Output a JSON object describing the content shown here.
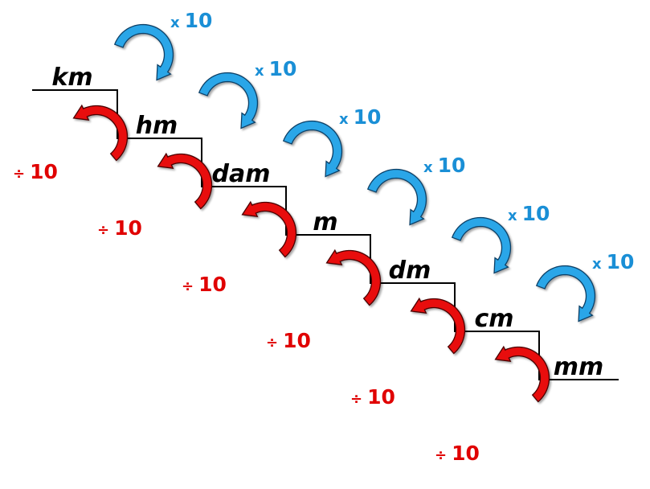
{
  "units": [
    "km",
    "hm",
    "dam",
    "m",
    "dm",
    "cm",
    "mm"
  ],
  "multiply_label": {
    "symbol": "x",
    "number": "10"
  },
  "divide_label": {
    "symbol": "÷",
    "number": "10"
  },
  "colors": {
    "multiply": "#1a8fd6",
    "multiply_fill": "#2aa6e8",
    "divide": "#e00000",
    "divide_fill": "#e81010",
    "stair": "#000000",
    "text": "#000000"
  },
  "icons": {
    "multiply_arrow": "curved-arrow-right-down-icon",
    "divide_arrow": "curved-arrow-up-left-icon"
  }
}
